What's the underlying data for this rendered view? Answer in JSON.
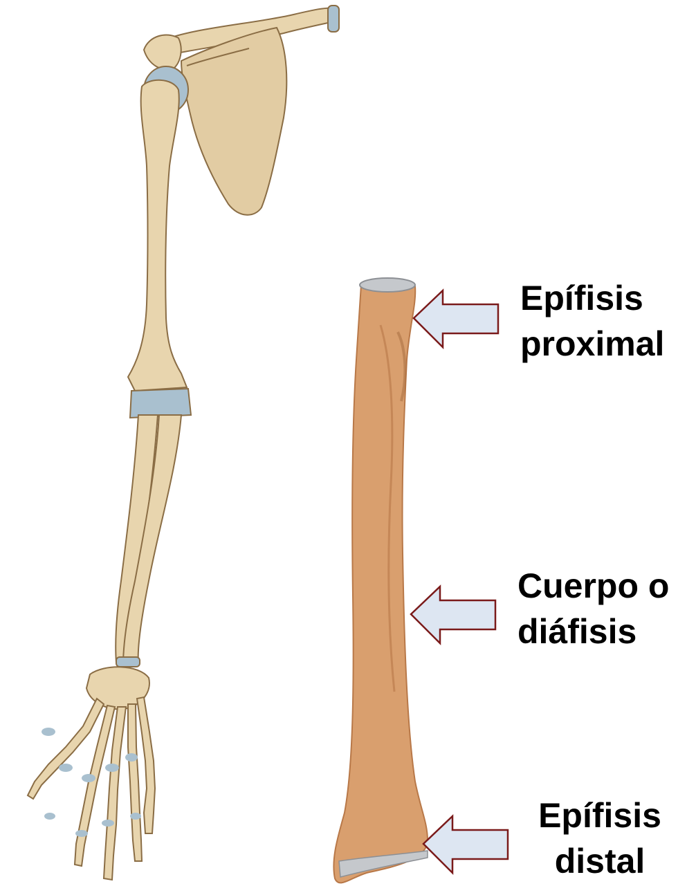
{
  "colors": {
    "bone": "#e8d5ae",
    "bone_shade": "#c9ad80",
    "bone_outline": "#8a6d45",
    "cartilage": "#a9c0cf",
    "isolated_bone": "#d99f6e",
    "isolated_bone_dark": "#b87848",
    "arrow_fill": "#dde6f2",
    "arrow_stroke": "#7a1a1a",
    "text": "#000000"
  },
  "labels": {
    "proximal": {
      "line1": "Epífisis",
      "line2": "proximal"
    },
    "body": {
      "line1": "Cuerpo o",
      "line2": "diáfisis"
    },
    "distal": {
      "line1": "Epífisis",
      "line2": "distal"
    }
  }
}
